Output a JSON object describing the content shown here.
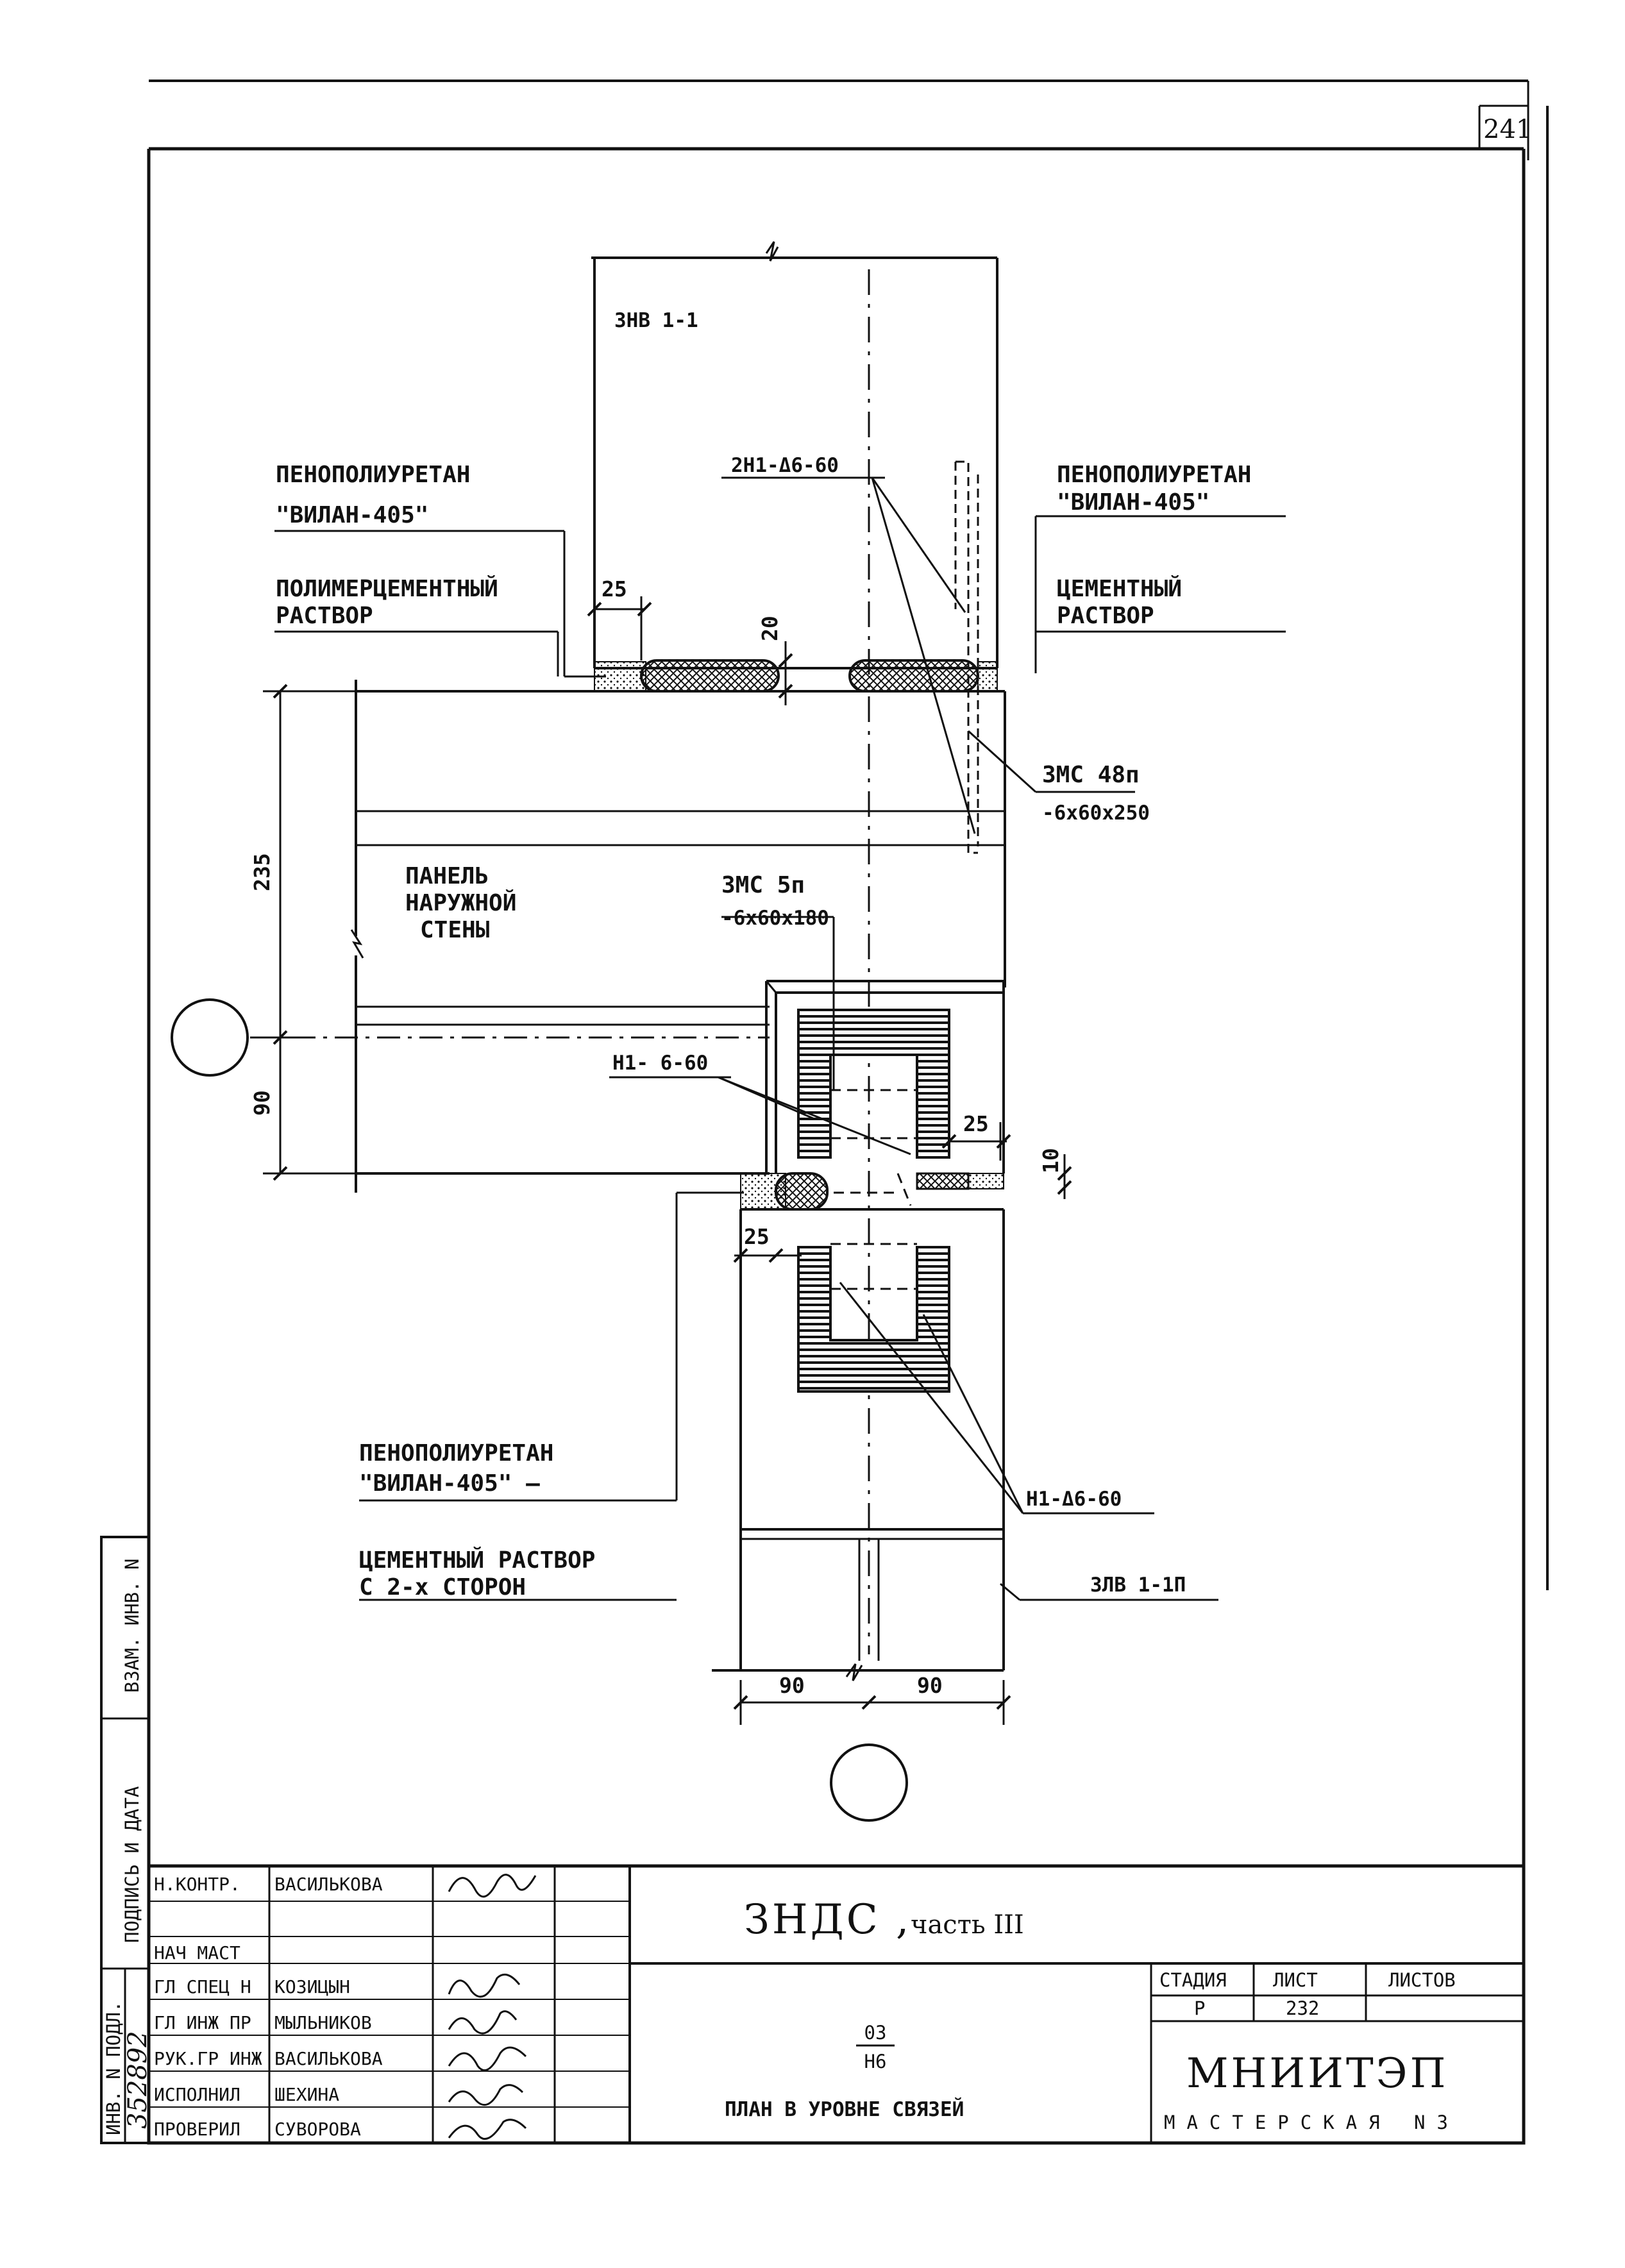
{
  "page_number": "241",
  "section_label": "3НВ 1-1",
  "labels": {
    "left_top_1": "ПЕНОПОЛИУРЕТАН",
    "left_top_2": "\"ВИЛАН-405\"",
    "left_mid_1": "ПОЛИМЕРЦЕМЕНТНЫЙ",
    "left_mid_2": "РАСТВОР",
    "right_top_1": "ПЕНОПОЛИУРЕТАН",
    "right_top_2": "\"ВИЛАН-405\"",
    "right_mid_1": "ЦЕМЕНТНЫЙ",
    "right_mid_2": "РАСТВОР",
    "panel_1": "ПАНЕЛЬ",
    "panel_2": "НАРУЖНОЙ",
    "panel_3": "СТЕНЫ",
    "bottom_left_1": "ПЕНОПОЛИУРЕТАН",
    "bottom_left_2": "\"ВИЛАН-405\" –",
    "bottom_left_3": "ЦЕМЕНТНЫЙ РАСТВОР",
    "bottom_left_4": "С 2-х СТОРОН",
    "weld_top": "2Н1-Δ6-60",
    "weld_mid": "Н1- 6-60",
    "weld_bot": "Н1-Δ6-60",
    "part_zms48": "3МС 48п",
    "part_zms48_size": "-6х60х250",
    "part_zms5": "3МС 5п",
    "part_zms5_size": "-6х60х180",
    "part_zlv": "3ЛВ 1-1П"
  },
  "dims": {
    "d25_top": "25",
    "d20": "20",
    "d235": "235",
    "d90_left": "90",
    "d25_mid": "25",
    "d10": "10",
    "d25_low": "25",
    "d90_a": "90",
    "d90_b": "90"
  },
  "side_stamp": {
    "inv_podl": "ИНВ. N ПОДЛ.",
    "podpis": "ПОДПИСЬ И ДАТА",
    "vzam": "ВЗАМ. ИНВ. N",
    "inv_number": "352892"
  },
  "title_block": {
    "rows": [
      {
        "role": "Н.КОНТР.",
        "name": "ВАСИЛЬКОВА"
      },
      {
        "role": "",
        "name": ""
      },
      {
        "role": "НАЧ МАСТ",
        "name": ""
      },
      {
        "role": "ГЛ СПЕЦ Н",
        "name": "КОЗИЦЫН"
      },
      {
        "role": "ГЛ ИНЖ ПР",
        "name": "МЫЛЬНИКОВ"
      },
      {
        "role": "РУК.ГР ИНЖ",
        "name": "ВАСИЛЬКОВА"
      },
      {
        "role": "ИСПОЛНИЛ",
        "name": "ШЕХИНА"
      },
      {
        "role": "ПРОВЕРИЛ",
        "name": "СУВОРОВА"
      }
    ],
    "project": "ЗНДС ,",
    "project_part": "часть III",
    "sheet_code_top": "03",
    "sheet_code_bottom": "Н6",
    "sheet_title": "ПЛАН В УРОВНЕ СВЯЗЕЙ",
    "stage_header": "СТАДИЯ",
    "sheet_header": "ЛИСТ",
    "sheets_header": "ЛИСТОВ",
    "stage": "Р",
    "sheet": "232",
    "sheets": "",
    "org": "МНИИТЭП",
    "workshop": "МАСТЕРСКАЯ N3"
  }
}
